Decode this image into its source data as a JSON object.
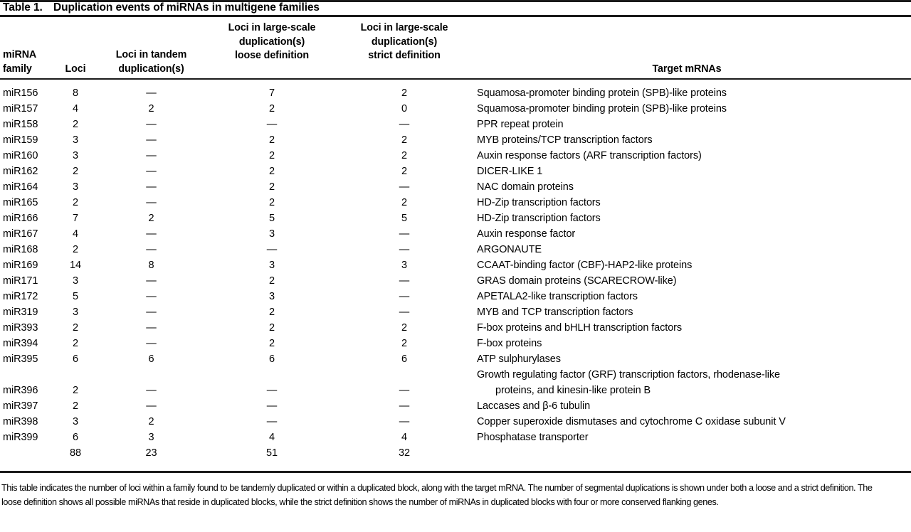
{
  "title": {
    "label": "Table 1.",
    "text": "Duplication events of miRNAs in multigene families"
  },
  "header": {
    "family": "miRNA\nfamily",
    "family_line1": "miRNA",
    "family_line2": "family",
    "loci": "Loci",
    "tandem_line1": "Loci in tandem",
    "tandem_line2": "duplication(s)",
    "loose_line1": "Loci in large-scale",
    "loose_line2": "duplication(s)",
    "loose_line3": "loose definition",
    "strict_line1": "Loci in large-scale",
    "strict_line2": "duplication(s)",
    "strict_line3": "strict definition",
    "target": "Target mRNAs"
  },
  "rows": [
    {
      "family": "miR156",
      "loci": "8",
      "tandem": "—",
      "loose": "7",
      "strict": "2",
      "target": "Squamosa-promoter binding protein (SPB)-like proteins"
    },
    {
      "family": "miR157",
      "loci": "4",
      "tandem": "2",
      "loose": "2",
      "strict": "0",
      "target": "Squamosa-promoter binding protein (SPB)-like proteins"
    },
    {
      "family": "miR158",
      "loci": "2",
      "tandem": "—",
      "loose": "—",
      "strict": "—",
      "target": "PPR repeat protein"
    },
    {
      "family": "miR159",
      "loci": "3",
      "tandem": "—",
      "loose": "2",
      "strict": "2",
      "target": "MYB proteins/TCP transcription factors"
    },
    {
      "family": "miR160",
      "loci": "3",
      "tandem": "—",
      "loose": "2",
      "strict": "2",
      "target": "Auxin response factors (ARF transcription factors)"
    },
    {
      "family": "miR162",
      "loci": "2",
      "tandem": "—",
      "loose": "2",
      "strict": "2",
      "target": "DICER-LIKE 1"
    },
    {
      "family": "miR164",
      "loci": "3",
      "tandem": "—",
      "loose": "2",
      "strict": "—",
      "target": "NAC domain proteins"
    },
    {
      "family": "miR165",
      "loci": "2",
      "tandem": "—",
      "loose": "2",
      "strict": "2",
      "target": "HD-Zip transcription factors"
    },
    {
      "family": "miR166",
      "loci": "7",
      "tandem": "2",
      "loose": "5",
      "strict": "5",
      "target": "HD-Zip transcription factors"
    },
    {
      "family": "miR167",
      "loci": "4",
      "tandem": "—",
      "loose": "3",
      "strict": "—",
      "target": "Auxin response factor"
    },
    {
      "family": "miR168",
      "loci": "2",
      "tandem": "—",
      "loose": "—",
      "strict": "—",
      "target": "ARGONAUTE"
    },
    {
      "family": "miR169",
      "loci": "14",
      "tandem": "8",
      "loose": "3",
      "strict": "3",
      "target": "CCAAT-binding factor (CBF)-HAP2-like proteins"
    },
    {
      "family": "miR171",
      "loci": "3",
      "tandem": "—",
      "loose": "2",
      "strict": "—",
      "target": "GRAS domain proteins (SCARECROW-like)"
    },
    {
      "family": "miR172",
      "loci": "5",
      "tandem": "—",
      "loose": "3",
      "strict": "—",
      "target": "APETALA2-like transcription factors"
    },
    {
      "family": "miR319",
      "loci": "3",
      "tandem": "—",
      "loose": "2",
      "strict": "—",
      "target": "MYB and TCP transcription factors"
    },
    {
      "family": "miR393",
      "loci": "2",
      "tandem": "—",
      "loose": "2",
      "strict": "2",
      "target": "F-box proteins and bHLH transcription factors"
    },
    {
      "family": "miR394",
      "loci": "2",
      "tandem": "—",
      "loose": "2",
      "strict": "2",
      "target": "F-box proteins"
    },
    {
      "family": "miR395",
      "loci": "6",
      "tandem": "6",
      "loose": "6",
      "strict": "6",
      "target": "ATP sulphurylases"
    },
    {
      "family": "miR396",
      "loci": "2",
      "tandem": "—",
      "loose": "—",
      "strict": "—",
      "target": "Growth regulating factor (GRF) transcription factors, rhodenase-like",
      "target_line2": "proteins, and kinesin-like protein B",
      "wrapped": true
    },
    {
      "family": "miR397",
      "loci": "2",
      "tandem": "—",
      "loose": "—",
      "strict": "—",
      "target": "Laccases and β-6 tubulin"
    },
    {
      "family": "miR398",
      "loci": "3",
      "tandem": "2",
      "loose": "—",
      "strict": "—",
      "target": "Copper superoxide dismutases and cytochrome C oxidase subunit V"
    },
    {
      "family": "miR399",
      "loci": "6",
      "tandem": "3",
      "loose": "4",
      "strict": "4",
      "target": "Phosphatase transporter"
    }
  ],
  "totals": {
    "family": "",
    "loci": "88",
    "tandem": "23",
    "loose": "51",
    "strict": "32",
    "target": ""
  },
  "footnote": "This table indicates the number of loci within a family found to be tandemly duplicated or within a duplicated block, along with the target mRNA. The number of segmental duplications is shown under both a loose and a strict definition. The loose definition shows all possible miRNAs that reside in duplicated blocks, while the strict definition shows the number of miRNAs in duplicated blocks with four or more conserved flanking genes."
}
